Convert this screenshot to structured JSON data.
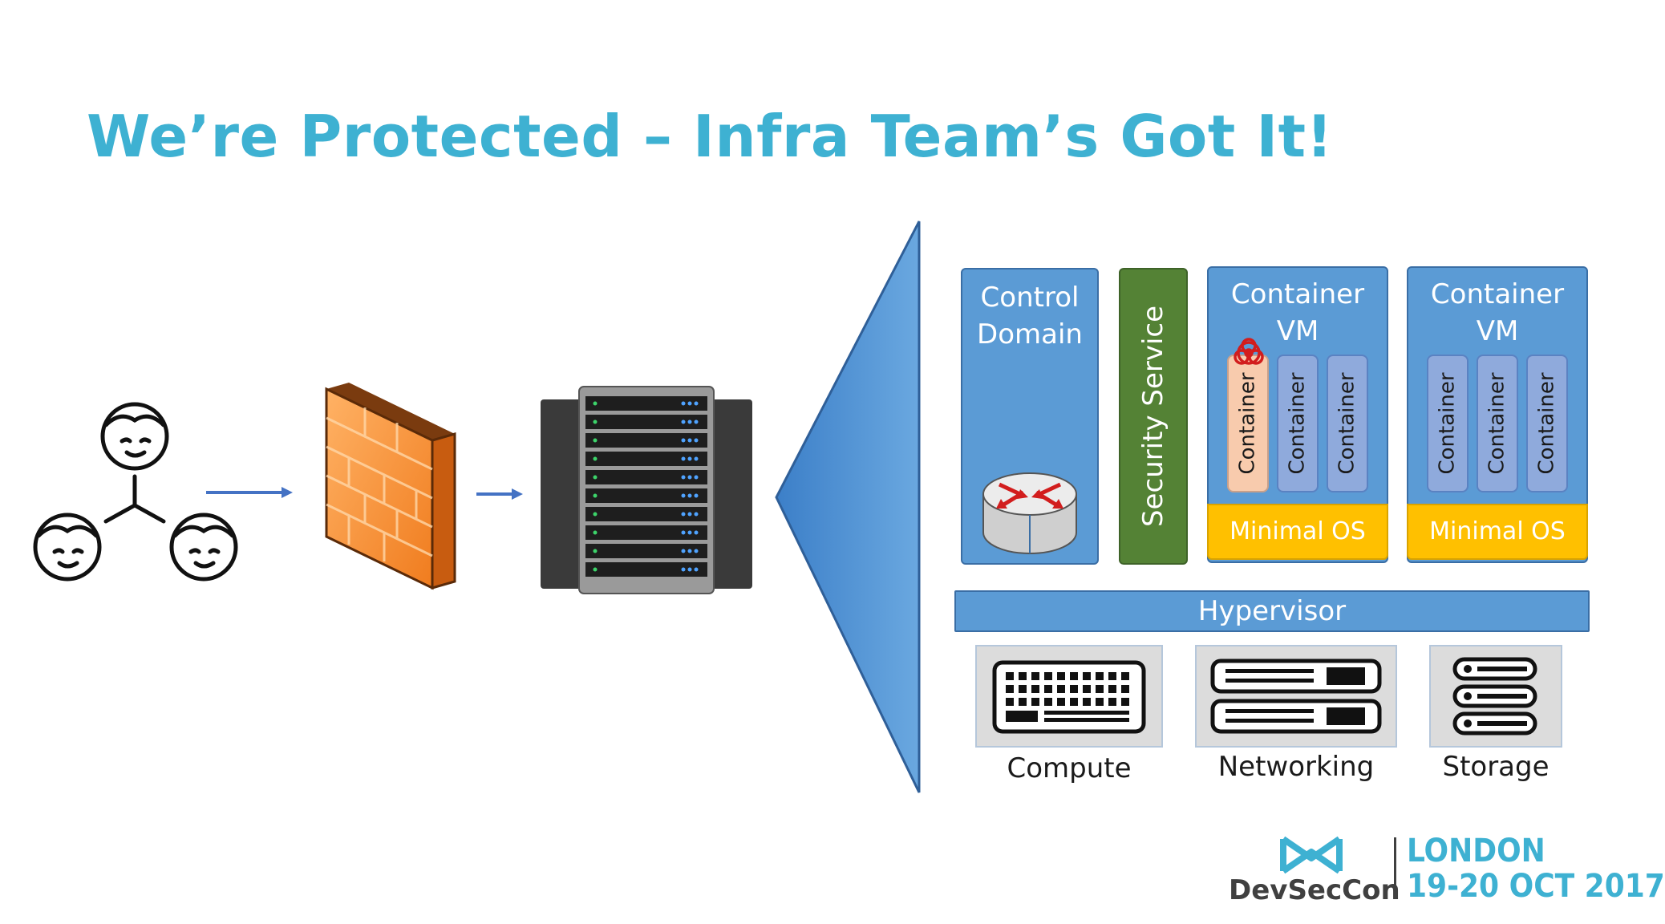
{
  "slide": {
    "title": "We’re Protected – Infra Team’s Got It!"
  },
  "architecture": {
    "control_domain": "Control\nDomain",
    "security_service": "Security Service",
    "vm1": {
      "title": "Container\nVM",
      "containers": [
        "Container",
        "Container",
        "Container"
      ],
      "os": "Minimal OS"
    },
    "vm2": {
      "title": "Container\nVM",
      "containers": [
        "Container",
        "Container",
        "Container"
      ],
      "os": "Minimal OS"
    },
    "hypervisor": "Hypervisor",
    "hardware": [
      "Compute",
      "Networking",
      "Storage"
    ]
  },
  "icons": [
    "users-icon",
    "firewall-icon",
    "server-rack-icon",
    "router-icon",
    "biohazard-icon",
    "compute-icon",
    "networking-icon",
    "storage-icon"
  ],
  "colors": {
    "title": "#3eb1d2",
    "box_blue": "#5b9bd5",
    "security_green": "#548235",
    "minimal_os": "#ffc000",
    "infected_container": "#f8cbad",
    "container": "#8faadc"
  },
  "footer": {
    "brand": "DevSecCon",
    "city": "LONDON",
    "dates": "19-20 OCT 2017"
  }
}
